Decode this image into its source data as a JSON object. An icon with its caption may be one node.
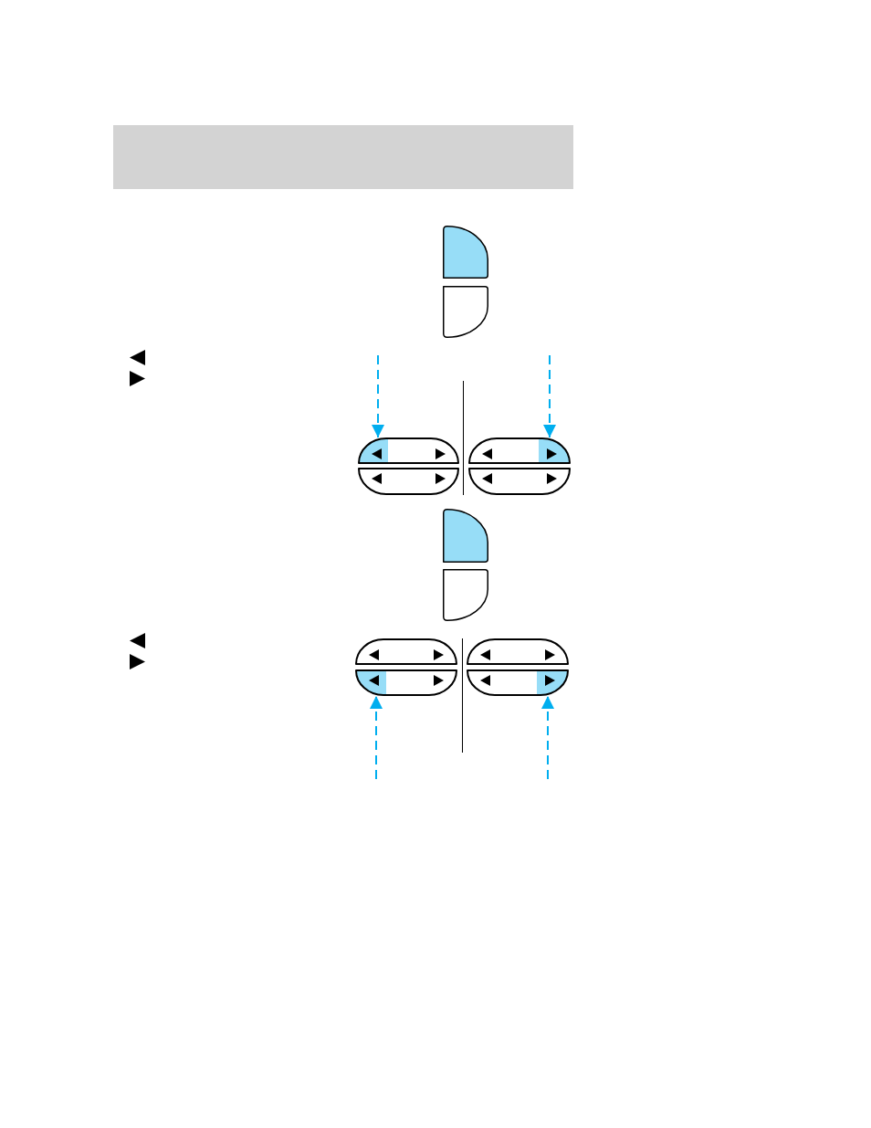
{
  "diagram": {
    "nodes": [
      {
        "text": [],
        "shape": "button"
      },
      {
        "text": [],
        "shape": "button"
      },
      {
        "text": [],
        "shape": "button"
      },
      {
        "text": [],
        "shape": "button"
      },
      {
        "text": [],
        "shape": "button"
      },
      {
        "text": [],
        "shape": "button"
      },
      {
        "text": [],
        "shape": "button"
      },
      {
        "text": [],
        "shape": "button"
      },
      {
        "text": [],
        "shape": "button"
      },
      {
        "text": [],
        "shape": "button"
      },
      {
        "text": [],
        "shape": "button"
      },
      {
        "text": [],
        "shape": "button"
      }
    ],
    "edges": [
      {
        "from": null,
        "to": 2,
        "arrow": "to",
        "style": "dashed",
        "color": "#00aeef"
      },
      {
        "from": null,
        "to": 3,
        "arrow": "to",
        "style": "dashed",
        "color": "#00aeef"
      },
      {
        "from": null,
        "to": 10,
        "arrow": "to",
        "style": "dashed",
        "color": "#00aeef"
      },
      {
        "from": null,
        "to": 11,
        "arrow": "to",
        "style": "dashed",
        "color": "#00aeef"
      }
    ]
  }
}
